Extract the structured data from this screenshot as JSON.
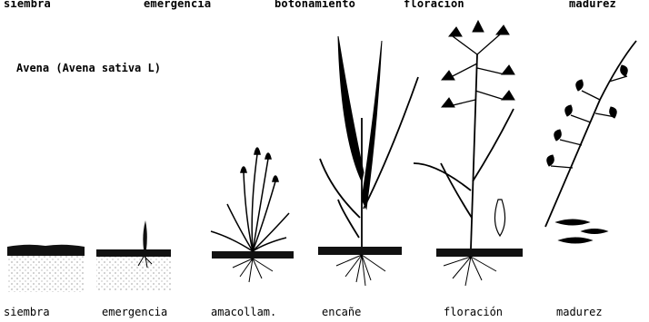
{
  "title": "Avena (Avena sativa L)",
  "top_stages": [
    "siembra",
    "emergencia",
    "botonamiento",
    "floración",
    "madurez"
  ],
  "bottom_stages": [
    "siembra",
    "emergencia",
    "amacollam.",
    "encañe",
    "floración",
    "madurez"
  ]
}
